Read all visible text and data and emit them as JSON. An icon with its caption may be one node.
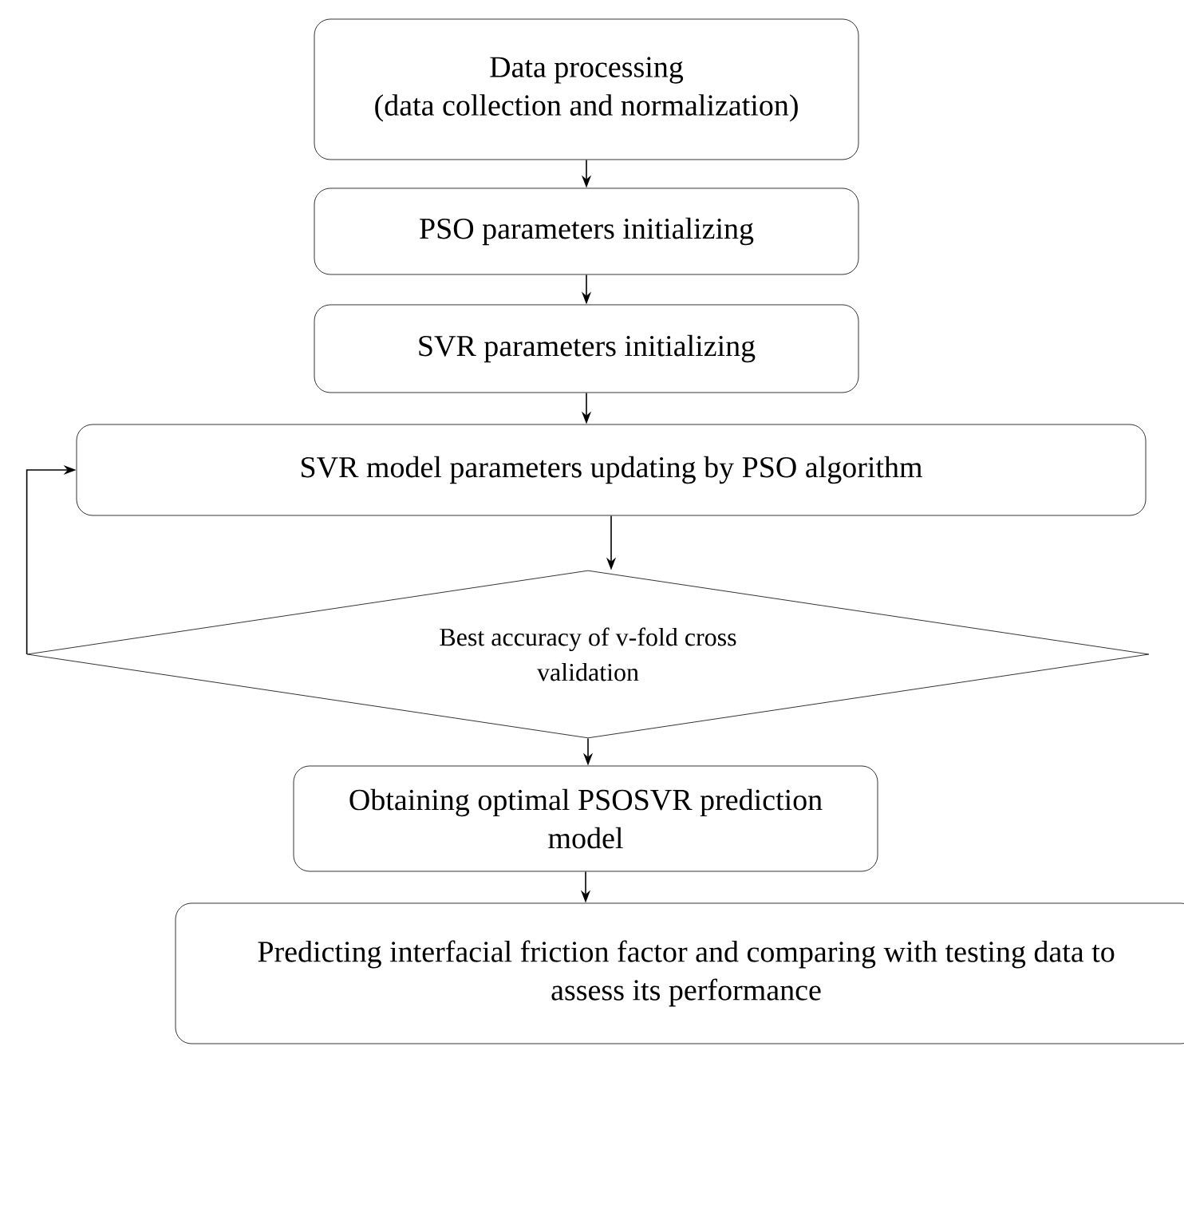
{
  "diagram": {
    "nodes": [
      {
        "text": [
          "Data processing",
          "(data collection and normalization)"
        ]
      },
      {
        "text": [
          "PSO parameters initializing"
        ]
      },
      {
        "text": [
          "SVR parameters initializing"
        ]
      },
      {
        "text": [
          "SVR model parameters updating by PSO algorithm"
        ]
      },
      {
        "text": [
          "Best accuracy of v-fold cross validation"
        ]
      },
      {
        "text": [
          "Obtaining optimal PSOSVR prediction model"
        ]
      },
      {
        "text": [
          "Predicting interfacial friction factor and comparing with testing data to assess its performance"
        ]
      }
    ],
    "edges": [
      {
        "from": 0,
        "to": 1,
        "arrow": "to"
      },
      {
        "from": 1,
        "to": 2,
        "arrow": "to"
      },
      {
        "from": 2,
        "to": 3,
        "arrow": "to"
      },
      {
        "from": 3,
        "to": 4,
        "arrow": "to"
      },
      {
        "from": 4,
        "to": 5,
        "arrow": "to"
      },
      {
        "from": 5,
        "to": 6,
        "arrow": "to"
      },
      {
        "from": 4,
        "to": 3,
        "arrow": "to"
      }
    ]
  }
}
